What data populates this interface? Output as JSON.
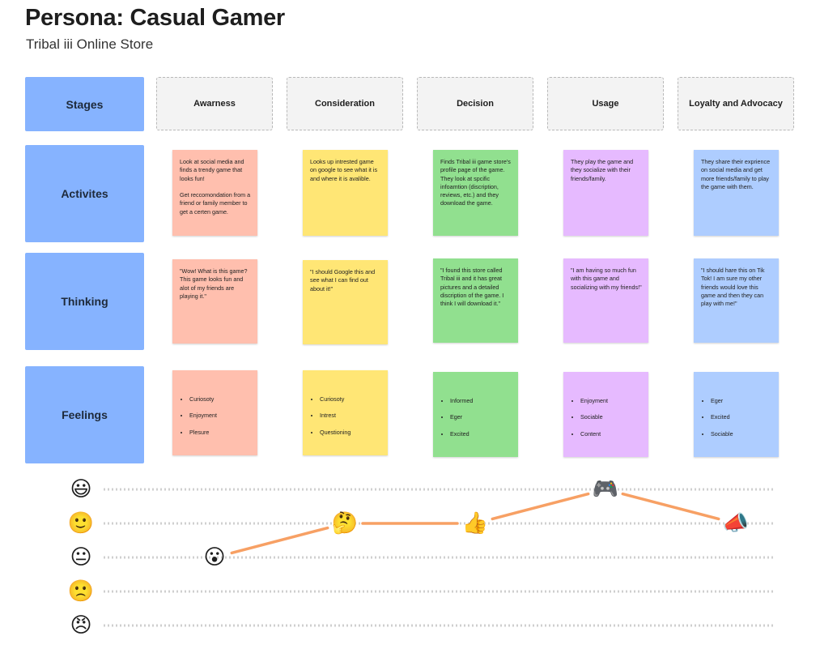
{
  "title": "Persona: Casual Gamer",
  "subtitle": "Tribal iii Online Store",
  "row_headers": [
    "Stages",
    "Activites",
    "Thinking",
    "Feelings"
  ],
  "stages": [
    "Awarness",
    "Consideration",
    "Decision",
    "Usage",
    "Loyalty and Advocacy"
  ],
  "activities": [
    "Look at social media and finds a trendy game that looks fun!\n\nGet reccomondation from a friend or family member to get a certen game.",
    "Looks up intrested game on google to see what it is and where it is avalible.",
    "Finds Tribal iii game store's profile page of the game. They look at spcific infoamtion (discription, reviews, etc.) and they download the game.",
    "They play the game and they socialize with their friends/family.",
    "They share their exprience on social media and get more friends/family to play the game with them."
  ],
  "thinking": [
    "\"Wow! What is this game? This game looks fun and alot of my friends are playing it.\"",
    "\"I should Google this and see what I can find out about it!\"",
    "\"I found this store called Tribal iii and it has great pictures and a detailed discription of the game. I think I will download it.\"",
    "\"I am having so much fun with this game and socializing with my friends!\"",
    "\"I should hare this on Tik Tok! I am sure my other friends would love this game and then they can play with me!\""
  ],
  "feelings": [
    [
      "Curiosoty",
      "Enjoyment",
      "Plesure"
    ],
    [
      "Curiosoty",
      "Intrest",
      "Questioning"
    ],
    [
      "Informed",
      "Eger",
      "Excited"
    ],
    [
      "Enjoyment",
      "Sociable",
      "Content"
    ],
    [
      "Eger",
      "Excited",
      "Sociable"
    ]
  ],
  "colors": {
    "row_header": "#86b3ff",
    "awareness": "#ffbfae",
    "consideration": "#ffe675",
    "decision": "#91e08f",
    "usage": "#e6baff",
    "loyalty": "#aecdff",
    "journey_line": "#f7a064",
    "scale_line": "#cfcfcf"
  },
  "chart_data": {
    "type": "line",
    "title": "",
    "scale_levels": [
      5,
      4,
      3,
      2,
      1
    ],
    "scale_icons": [
      "😃",
      "🙂",
      "😐",
      "🙁",
      "😠"
    ],
    "categories": [
      "Awarness",
      "Consideration",
      "Decision",
      "Usage",
      "Loyalty and Advocacy"
    ],
    "values": [
      3,
      4,
      4,
      5,
      4
    ],
    "point_icons": [
      "😮",
      "🤔",
      "👍",
      "🎮",
      "📣"
    ],
    "ylim": [
      1,
      5
    ],
    "grid": true
  }
}
